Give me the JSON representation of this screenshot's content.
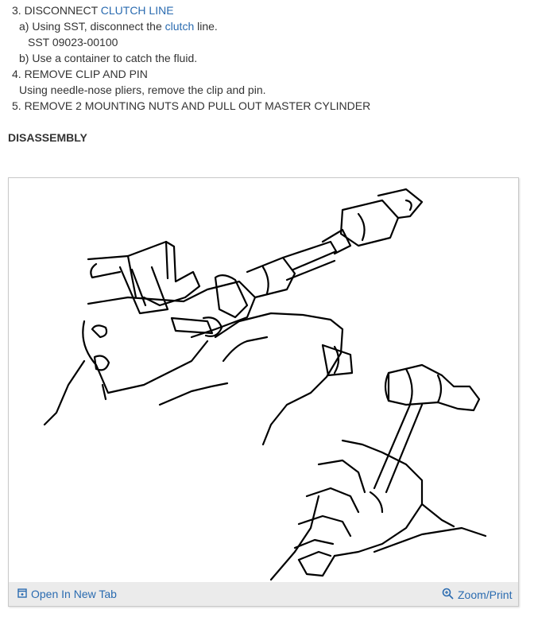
{
  "steps": {
    "step3": {
      "prefix": "3. DISCONNECT ",
      "link": "CLUTCH LINE"
    },
    "step3a": {
      "prefix": "a) Using SST, disconnect the ",
      "link": "clutch",
      "suffix": " line."
    },
    "step3a_sst": "SST 09023-00100",
    "step3b": "b) Use a container to catch the fluid.",
    "step4": "4. REMOVE CLIP AND PIN",
    "step4_detail": "Using needle-nose pliers, remove the clip and pin.",
    "step5": "5. REMOVE 2 MOUNTING NUTS AND PULL OUT MASTER CYLINDER"
  },
  "section_heading": "DISASSEMBLY",
  "figure": {
    "open_tab_label": "Open In New Tab",
    "zoom_label": "Zoom/Print",
    "open_tab_icon": "open-in-new-tab-icon",
    "zoom_icon": "magnifier-zoom-icon"
  }
}
